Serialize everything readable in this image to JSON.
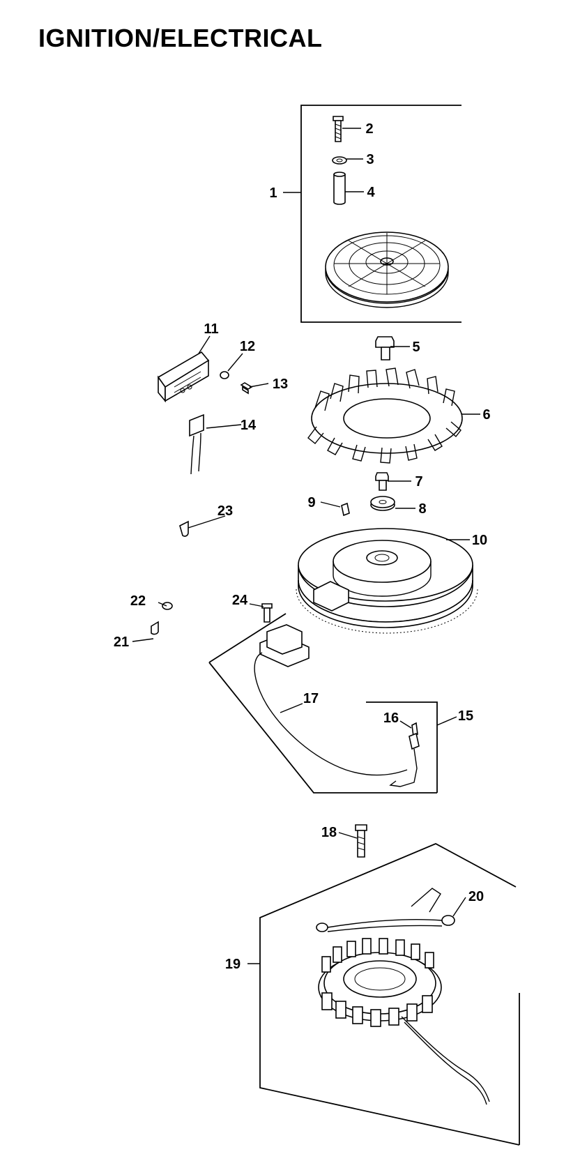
{
  "title": "IGNITION/ELECTRICAL",
  "callouts": [
    {
      "key": "c1",
      "label": "1"
    },
    {
      "key": "c2",
      "label": "2"
    },
    {
      "key": "c3",
      "label": "3"
    },
    {
      "key": "c4",
      "label": "4"
    },
    {
      "key": "c5",
      "label": "5"
    },
    {
      "key": "c6",
      "label": "6"
    },
    {
      "key": "c7",
      "label": "7"
    },
    {
      "key": "c8",
      "label": "8"
    },
    {
      "key": "c9",
      "label": "9"
    },
    {
      "key": "c10",
      "label": "10"
    },
    {
      "key": "c11",
      "label": "11"
    },
    {
      "key": "c12",
      "label": "12"
    },
    {
      "key": "c13",
      "label": "13"
    },
    {
      "key": "c14",
      "label": "14"
    },
    {
      "key": "c15",
      "label": "15"
    },
    {
      "key": "c16",
      "label": "16"
    },
    {
      "key": "c17",
      "label": "17"
    },
    {
      "key": "c18",
      "label": "18"
    },
    {
      "key": "c19",
      "label": "19"
    },
    {
      "key": "c20",
      "label": "20"
    },
    {
      "key": "c21",
      "label": "21"
    },
    {
      "key": "c22",
      "label": "22"
    },
    {
      "key": "c23",
      "label": "23"
    },
    {
      "key": "c24",
      "label": "24"
    }
  ]
}
